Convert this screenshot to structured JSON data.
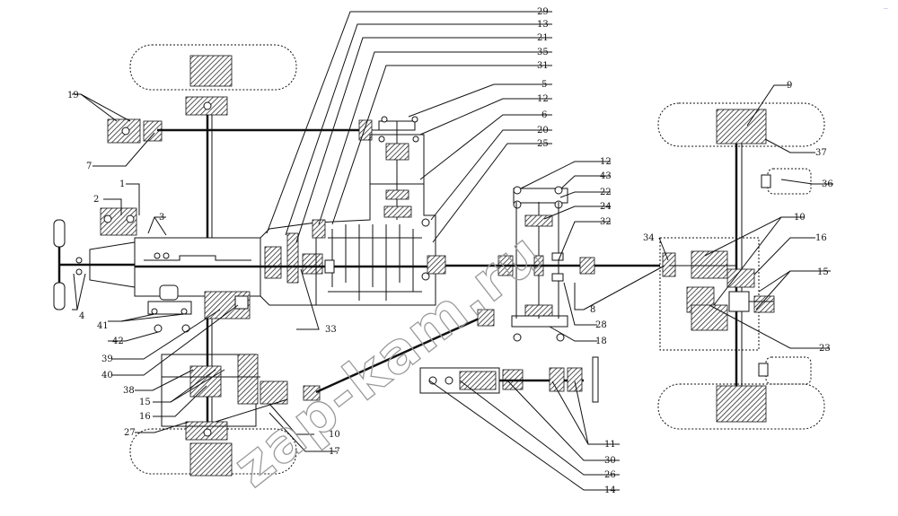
{
  "watermark": "zap-kam.ru",
  "corner_mark": "...",
  "labels": {
    "l29": "29",
    "l13": "13",
    "l21": "21",
    "l35": "35",
    "l31": "31",
    "l5": "5",
    "l12a": "12",
    "l6": "6",
    "l20": "20",
    "l25": "25",
    "l12b": "12",
    "l43": "43",
    "l22": "22",
    "l24": "24",
    "l32": "32",
    "l34": "34",
    "l9": "9",
    "l37": "37",
    "l36": "36",
    "l10a": "10",
    "l16a": "16",
    "l15a": "15",
    "l23": "23",
    "l8": "8",
    "l28": "28",
    "l18": "18",
    "l19": "19",
    "l7": "7",
    "l1": "1",
    "l2": "2",
    "l3": "3",
    "l4": "4",
    "l41": "41",
    "l42": "42",
    "l39": "39",
    "l40": "40",
    "l38": "38",
    "l15b": "15",
    "l16b": "16",
    "l27": "27",
    "l33": "33",
    "l10b": "10",
    "l17": "17",
    "l11": "11",
    "l30": "30",
    "l26": "26",
    "l14": "14"
  }
}
